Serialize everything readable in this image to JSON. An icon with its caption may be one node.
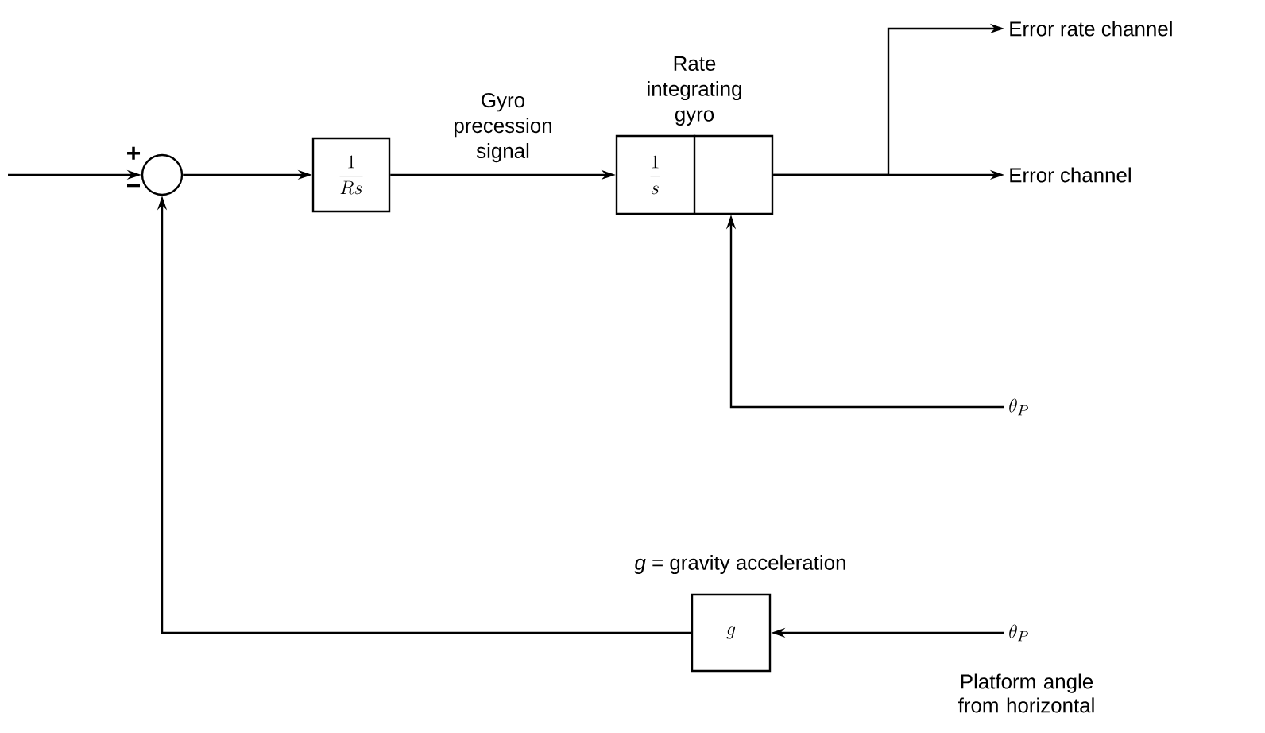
{
  "diagram": {
    "nodes": [
      {
        "text": [],
        "shape": "circle"
      },
      {
        "text": [
          "\\frac{1}{Rs}"
        ]
      },
      {
        "text": [
          "Rate integrating gyro",
          "\\frac{1}{s}"
        ]
      },
      {
        "text": [
          "Error rate channel"
        ]
      },
      {
        "text": [
          "Error channel"
        ]
      },
      {
        "text": [
          "\\theta_P"
        ]
      },
      {
        "text": [
          "g"
        ]
      },
      {
        "text": [
          "\\theta_P"
        ],
        "beside": [
          "Platform angle from horizontal"
        ]
      }
    ],
    "edges": [
      {
        "from": null,
        "to": 0,
        "arrow": "to"
      },
      {
        "from": 0,
        "to": 1,
        "arrow": "to"
      },
      {
        "from": 1,
        "to": 2,
        "arrow": "to",
        "label": "Gyro precession signal"
      },
      {
        "from": 2,
        "to": 3,
        "arrow": "to"
      },
      {
        "from": 2,
        "to": 4,
        "arrow": "to"
      },
      {
        "from": 5,
        "to": 2,
        "arrow": "to"
      },
      {
        "from": 7,
        "to": 6,
        "arrow": "to"
      },
      {
        "from": 6,
        "to": 0,
        "arrow": "to"
      }
    ],
    "labels": [
      "+",
      "−",
      "*g* = gravity acceleration"
    ]
  }
}
